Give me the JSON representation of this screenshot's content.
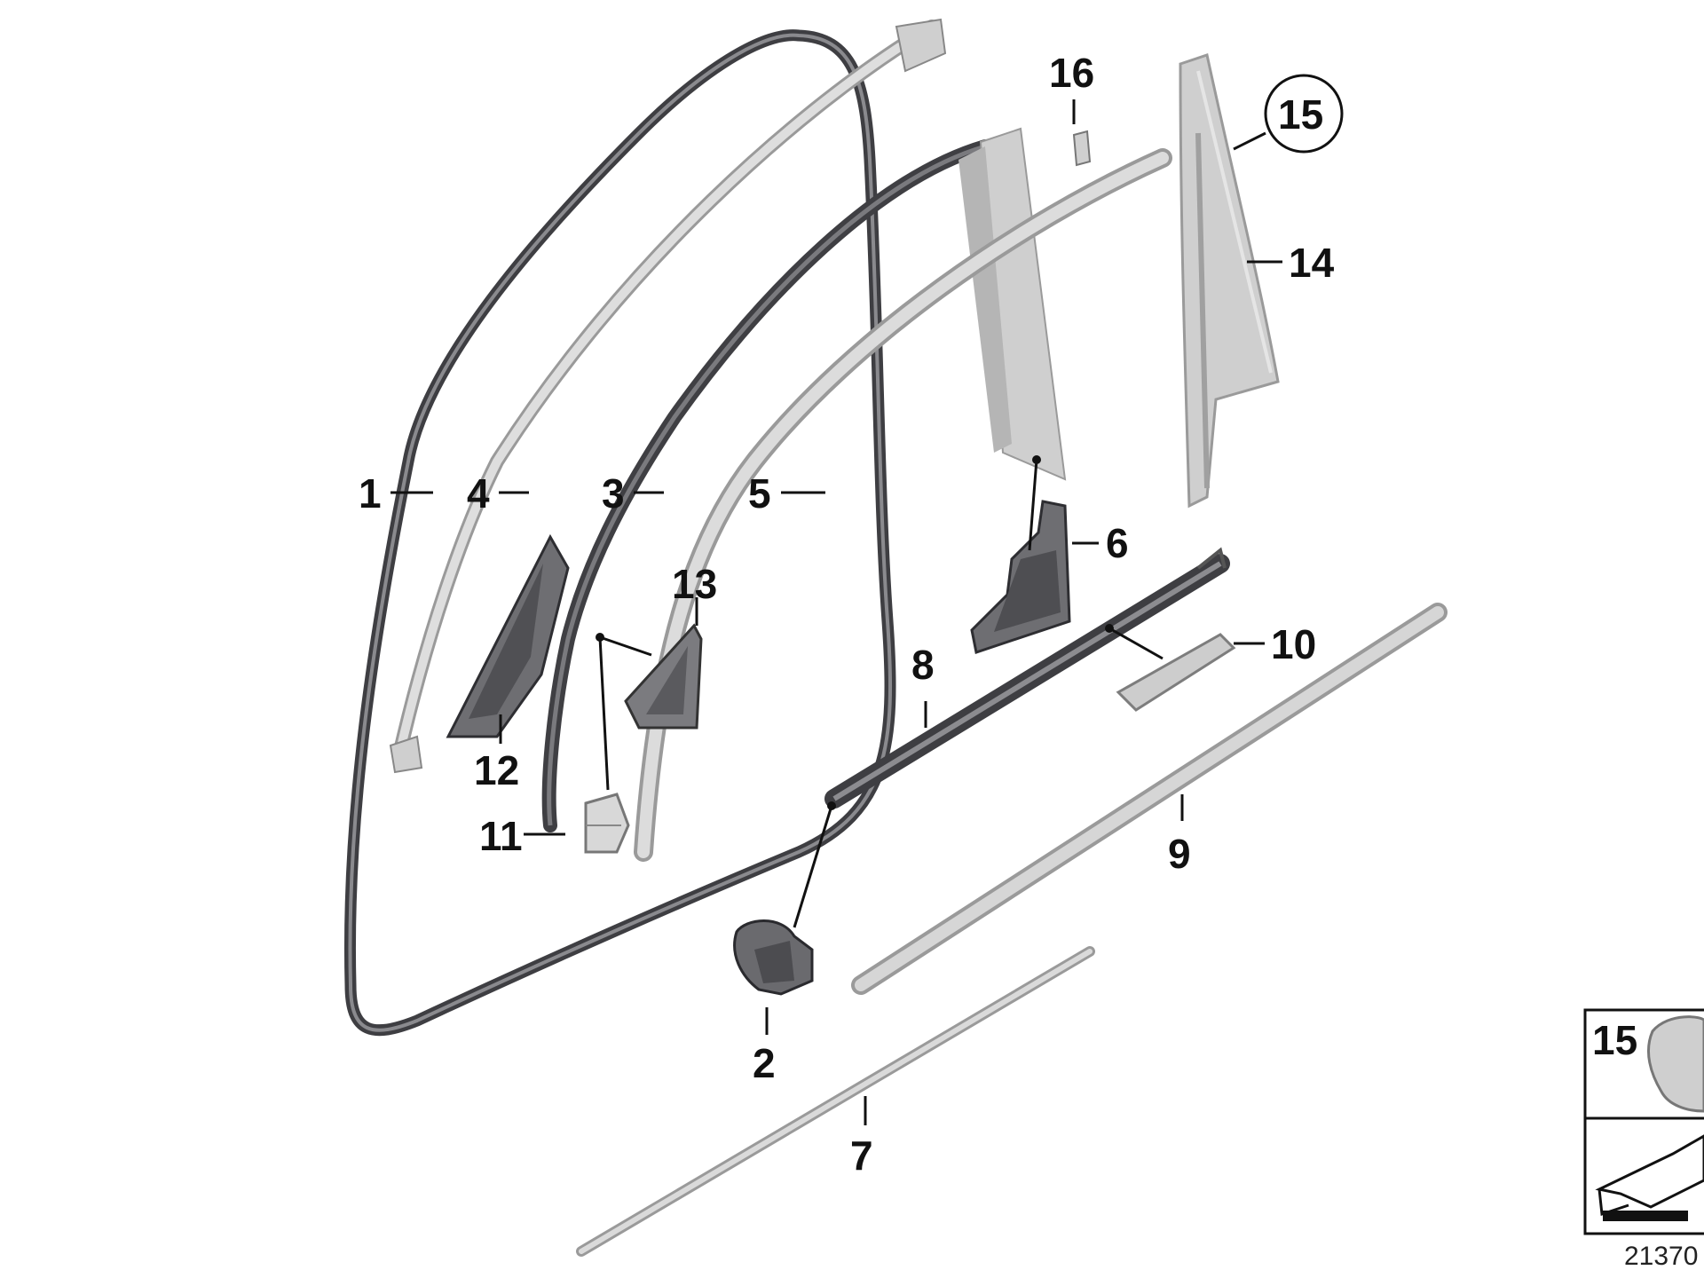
{
  "diagram": {
    "callouts": {
      "c1": "1",
      "c2": "2",
      "c3": "3",
      "c4": "4",
      "c5": "5",
      "c6": "6",
      "c7": "7",
      "c8": "8",
      "c9": "9",
      "c10": "10",
      "c11": "11",
      "c12": "12",
      "c13": "13",
      "c14": "14",
      "c15": "15",
      "c16": "16"
    },
    "inset": {
      "label": "15"
    },
    "reference_number": "21370"
  },
  "colors": {
    "line": "#111111",
    "part_light": "#d6d6d6",
    "part_mid": "#a9a9a9",
    "part_dark": "#5d5d60",
    "seal_dark": "#3e3e42"
  }
}
